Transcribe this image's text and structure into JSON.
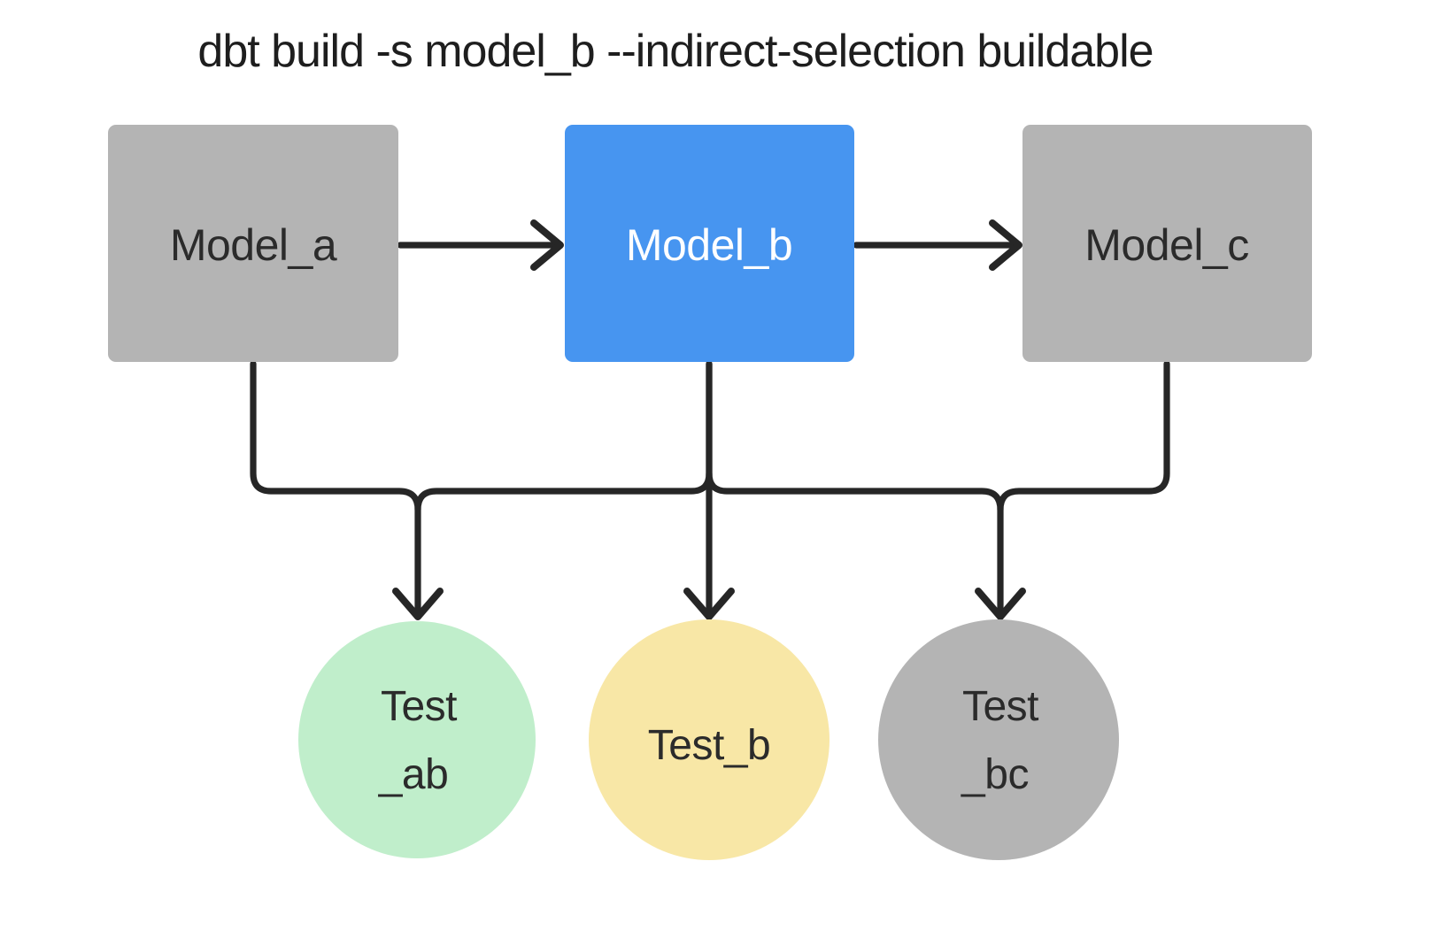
{
  "title": "dbt build -s model_b --indirect-selection buildable",
  "colors": {
    "background": "#ffffff",
    "edge": "#262626",
    "title_text": "#1e1e1e",
    "node_gray": "#b4b4b4",
    "node_selected_blue": "#4795f0",
    "test_green": "#c0eecb",
    "test_yellow": "#f8e7a6",
    "test_gray": "#b4b4b4",
    "dark_text": "#2b2b2b",
    "light_text": "#ffffff"
  },
  "nodes": {
    "model_a": {
      "label": "Model_a",
      "kind": "model",
      "color": "#b4b4b4",
      "text_color": "#2b2b2b"
    },
    "model_b": {
      "label": "Model_b",
      "kind": "model",
      "selected": true,
      "color": "#4795f0",
      "text_color": "#ffffff"
    },
    "model_c": {
      "label": "Model_c",
      "kind": "model",
      "color": "#b4b4b4",
      "text_color": "#2b2b2b"
    },
    "test_ab": {
      "label_line1": "Test",
      "label_line2": "_ab",
      "kind": "test",
      "color": "#c0eecb",
      "text_color": "#2b2b2b"
    },
    "test_b": {
      "label": "Test_b",
      "kind": "test",
      "color": "#f8e7a6",
      "text_color": "#2b2b2b"
    },
    "test_bc": {
      "label_line1": "Test",
      "label_line2": "_bc",
      "kind": "test",
      "color": "#b4b4b4",
      "text_color": "#2b2b2b"
    }
  },
  "edges": [
    {
      "from": "model_a",
      "to": "model_b"
    },
    {
      "from": "model_b",
      "to": "model_c"
    },
    {
      "from": "model_a",
      "to": "test_ab"
    },
    {
      "from": "model_b",
      "to": "test_ab"
    },
    {
      "from": "model_b",
      "to": "test_b"
    },
    {
      "from": "model_b",
      "to": "test_bc"
    },
    {
      "from": "model_c",
      "to": "test_bc"
    }
  ]
}
